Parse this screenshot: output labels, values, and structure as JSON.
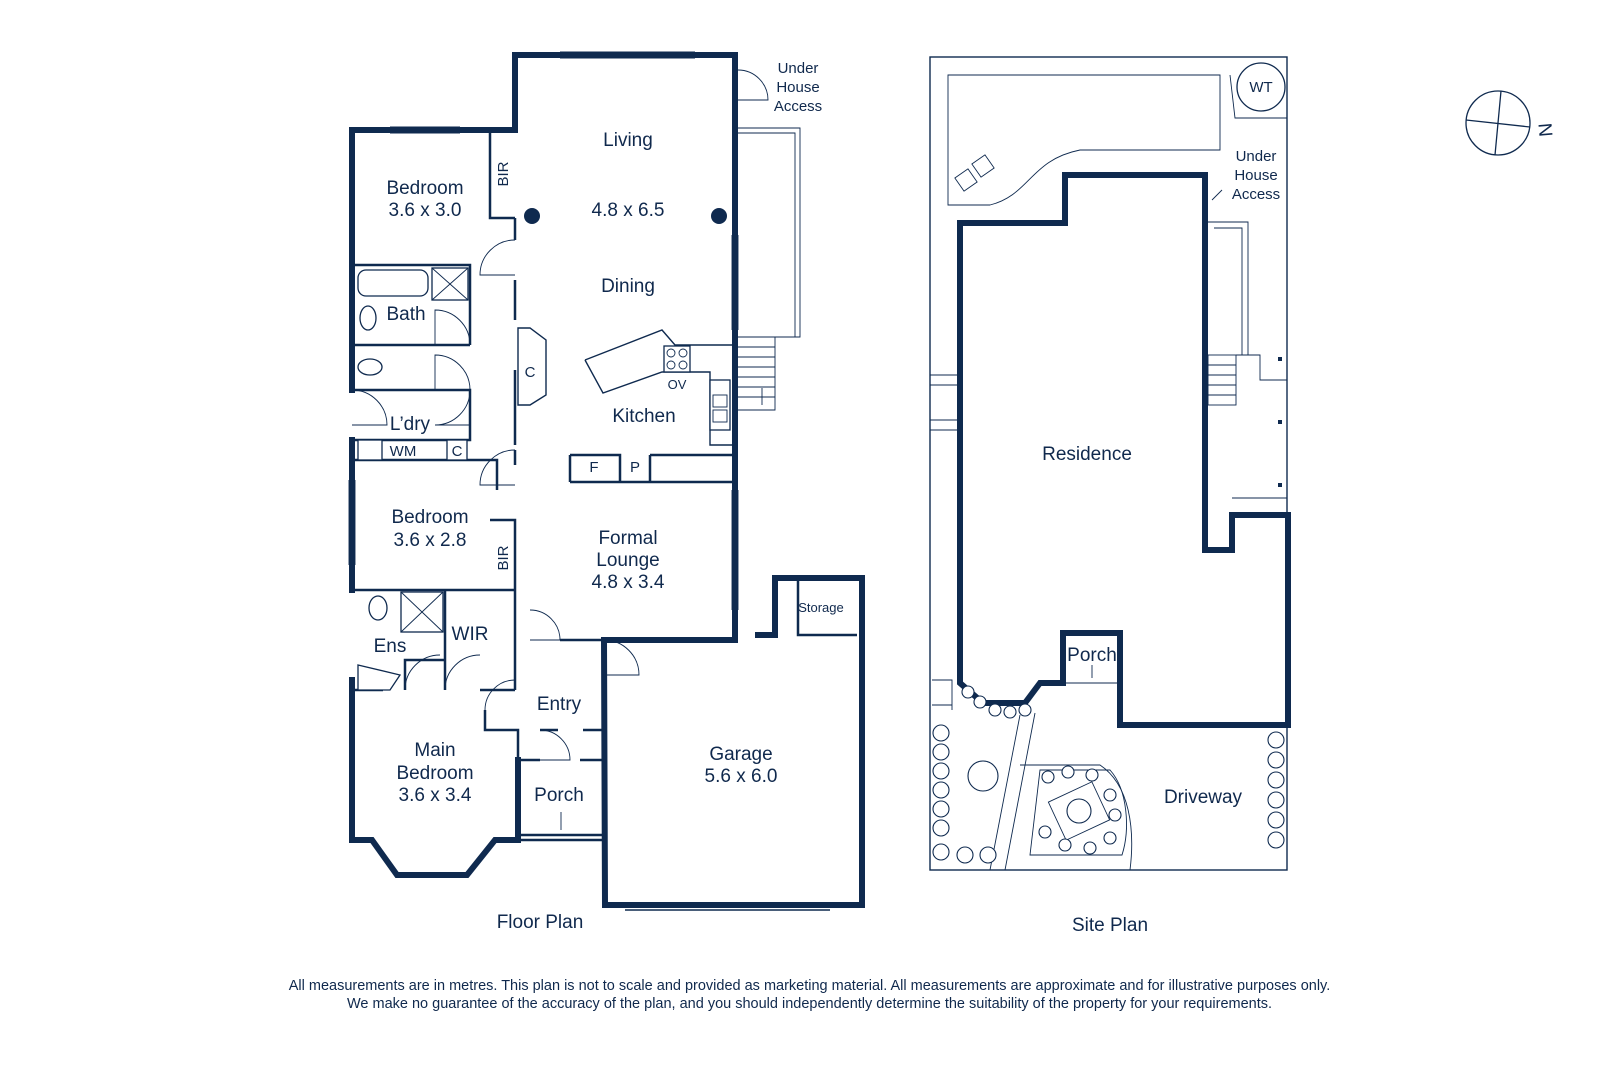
{
  "floor_plan": {
    "title": "Floor Plan",
    "rooms": {
      "living": {
        "name": "Living",
        "size": "4.8 x 6.5"
      },
      "dining": {
        "name": "Dining"
      },
      "kitchen": {
        "name": "Kitchen"
      },
      "bedroom1": {
        "name": "Bedroom",
        "size": "3.6 x 3.0"
      },
      "bedroom2": {
        "name": "Bedroom",
        "size": "3.6 x 2.8"
      },
      "bath": {
        "name": "Bath"
      },
      "laundry": {
        "name": "L’dry"
      },
      "formal_lounge": {
        "line1": "Formal",
        "line2": "Lounge",
        "size": "4.8 x 3.4"
      },
      "ensuite": {
        "name": "Ens"
      },
      "wir": {
        "name": "WIR"
      },
      "entry": {
        "name": "Entry"
      },
      "main_bedroom": {
        "line1": "Main",
        "line2": "Bedroom",
        "size": "3.6 x 3.4"
      },
      "porch": {
        "name": "Porch"
      },
      "garage": {
        "name": "Garage",
        "size": "5.6 x 6.0"
      },
      "storage": {
        "name": "Storage"
      }
    },
    "fixtures": {
      "bir_top": "BIR",
      "bir_bottom": "BIR",
      "cupboard_hall": "C",
      "cupboard_laundry": "C",
      "washing_machine": "WM",
      "oven": "OV",
      "fridge": "F",
      "pantry": "P"
    },
    "under_house_access": [
      "Under",
      "House",
      "Access"
    ]
  },
  "site_plan": {
    "title": "Site Plan",
    "residence": "Residence",
    "porch": "Porch",
    "driveway": "Driveway",
    "water_tank": "WT",
    "under_house_access": [
      "Under",
      "House",
      "Access"
    ]
  },
  "compass": {
    "label": "N"
  },
  "disclaimer": {
    "line1": "All measurements are in metres. This plan is not to scale and provided as marketing material. All measurements are approximate and for illustrative purposes only.",
    "line2": "We make no guarantee of the accuracy of the plan, and you should independently determine the suitability of the property for your requirements."
  },
  "colors": {
    "ink": "#0f2a4f",
    "background": "#ffffff"
  }
}
